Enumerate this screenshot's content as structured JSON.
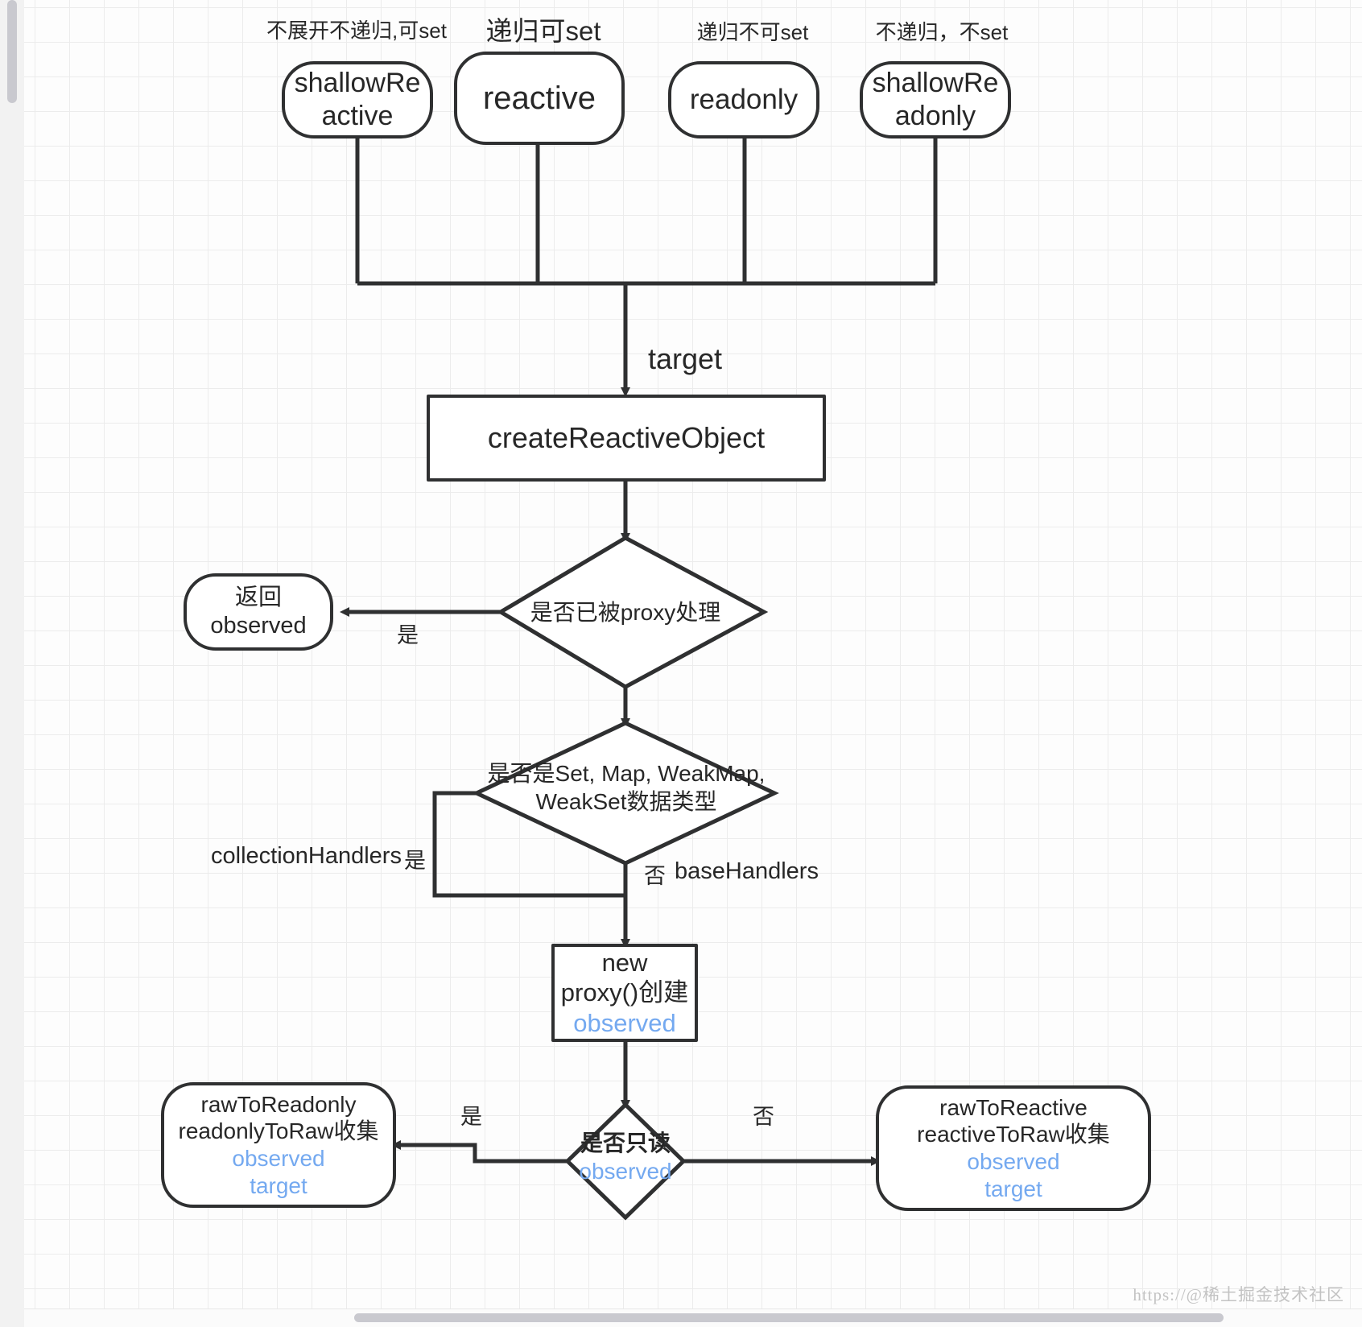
{
  "diagram": {
    "title": "Vue reactive createReactiveObject flowchart",
    "accent_blue": "#74a9f0",
    "stroke": "#2f3031"
  },
  "captions": [
    {
      "id": "cap-shallow-reactive",
      "text": "不展开不递归,可set"
    },
    {
      "id": "cap-reactive",
      "text": "递归可set"
    },
    {
      "id": "cap-readonly",
      "text": "递归不可set"
    },
    {
      "id": "cap-shallow-readonly",
      "text": "不递归，不set"
    }
  ],
  "entry_nodes": [
    {
      "id": "shallow-reactive",
      "lines": [
        "shallowRe",
        "active"
      ]
    },
    {
      "id": "reactive",
      "lines": [
        "reactive"
      ]
    },
    {
      "id": "readonly",
      "lines": [
        "readonly"
      ]
    },
    {
      "id": "shallow-readonly",
      "lines": [
        "shallowRe",
        "adonly"
      ]
    }
  ],
  "nodes": {
    "target_edge_label": "target",
    "create_reactive_object": "createReactiveObject",
    "decision_proxy": "是否已被proxy处理",
    "return_observed": {
      "line1": "返回",
      "line2": "observed"
    },
    "decision_collection": {
      "line1": "是否是Set, Map, WeakMap,",
      "line2": "WeakSet数据类型"
    },
    "new_proxy": {
      "line1": "new",
      "line2": "proxy()创建",
      "line3": "observed"
    },
    "decision_readonly": {
      "line1": "是否只读",
      "line2": "observed"
    },
    "raw_to_readonly": {
      "line1": "rawToReadonly",
      "line2": "readonlyToRaw收集",
      "line3": "observed",
      "line4": "target"
    },
    "raw_to_reactive": {
      "line1": "rawToReactive",
      "line2": "reactiveToRaw收集",
      "line3": "observed",
      "line4": "target"
    }
  },
  "edge_labels": {
    "proxy_yes": "是",
    "collection_yes": "是",
    "collection_handlers": "collectionHandlers",
    "collection_no": "否",
    "base_handlers": "baseHandlers",
    "readonly_yes": "是",
    "readonly_no": "否"
  },
  "watermark": "https://@稀土掘金技术社区"
}
